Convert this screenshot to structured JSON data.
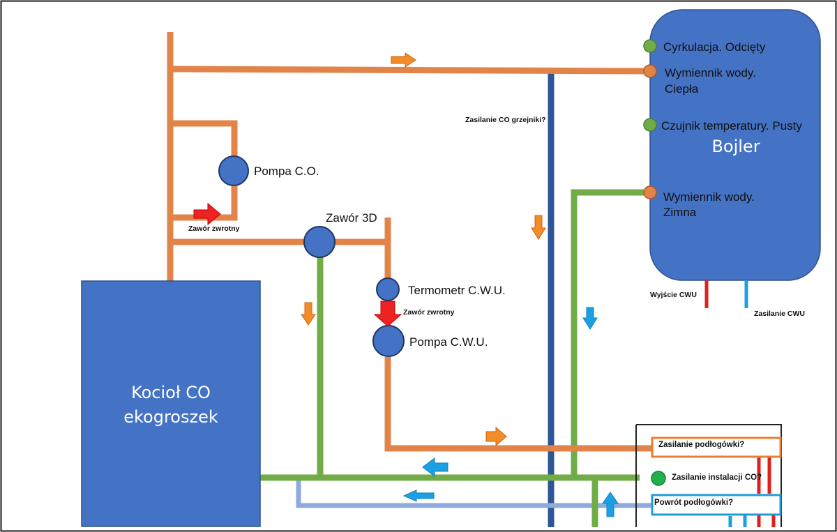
{
  "colors": {
    "orange_pipe": "#e2844a",
    "green_pipe": "#70ad47",
    "dark_blue_pipe": "#2f5597",
    "light_blue_pipe": "#8faadc",
    "tank_fill": "#4472c4",
    "node_green": "#70ad47",
    "node_bright_green": "#22b04b",
    "node_orange": "#e2844a",
    "arrow_red": "#ee2222",
    "arrow_orange": "#f28c28",
    "arrow_blue": "#1ba1e2",
    "cold_blue": "#1ba1e2",
    "hot_red": "#e02020",
    "box_orange": "#ed7d31",
    "box_blue": "#1e9bd7"
  },
  "boiler": {
    "line1": "Kocioł CO",
    "line2": "ekogroszek"
  },
  "bojler": {
    "title": "Bojler",
    "ports": {
      "cyrkulacja": "Cyrkulacja. Odcięty",
      "wymiennik_ciepla_1": "Wymiennik wody.",
      "wymiennik_ciepla_2": "Ciepła",
      "czujnik": "Czujnik temperatury. Pusty",
      "wymiennik_zimna_1": "Wymiennik wody.",
      "wymiennik_zimna_2": "Zimna"
    },
    "outputs": {
      "wyjscie": "Wyjście CWU",
      "zasilanie": "Zasilanie CWU"
    }
  },
  "components": {
    "pompa_co": "Pompa C.O.",
    "zawor_zwrotny_1": "Zawór zwrotny",
    "zawor_3d": "Zawór 3D",
    "termometr": "Termometr C.W.U.",
    "zawor_zwrotny_2": "Zawór zwrotny",
    "pompa_cwu": "Pompa C.W.U."
  },
  "pipes": {
    "zasilanie_co_grzejniki": "Zasilanie CO grzejniki?"
  },
  "manifold": {
    "zasilanie_podlogowki": "Zasilanie podłogówki?",
    "zasilanie_instalacji": "Zasilanie instalacji CO?",
    "powrot_podlogowki": "Powrót podłogówki?"
  }
}
